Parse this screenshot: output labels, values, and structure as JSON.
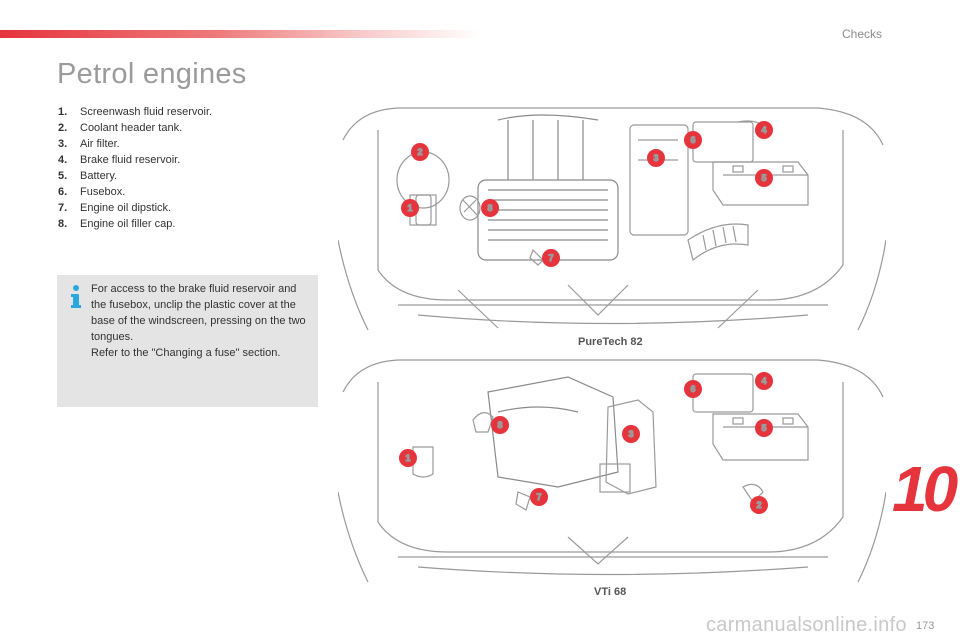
{
  "header": {
    "section": "Checks",
    "accent_color": "#e6343c"
  },
  "title": "Petrol engines",
  "legend": [
    {
      "num": "1.",
      "text": "Screenwash fluid reservoir."
    },
    {
      "num": "2.",
      "text": "Coolant header tank."
    },
    {
      "num": "3.",
      "text": "Air filter."
    },
    {
      "num": "4.",
      "text": "Brake fluid reservoir."
    },
    {
      "num": "5.",
      "text": "Battery."
    },
    {
      "num": "6.",
      "text": "Fusebox."
    },
    {
      "num": "7.",
      "text": "Engine oil dipstick."
    },
    {
      "num": "8.",
      "text": "Engine oil filler cap."
    }
  ],
  "info": {
    "icon": "info-icon",
    "text": "For access to the brake fluid reservoir and the fusebox, unclip the plastic cover at the base of the windscreen, pressing on the two tongues.\nRefer to the \"Changing a fuse\" section."
  },
  "diagrams": {
    "top_caption": "PureTech 82",
    "bottom_caption": "VTi 68",
    "badge_color": "#e6343c",
    "badge_labels": [
      "1",
      "2",
      "3",
      "4",
      "5",
      "6",
      "7",
      "8"
    ]
  },
  "chapter": "10",
  "page_number": "173",
  "watermark": "carmanualsonline.info"
}
